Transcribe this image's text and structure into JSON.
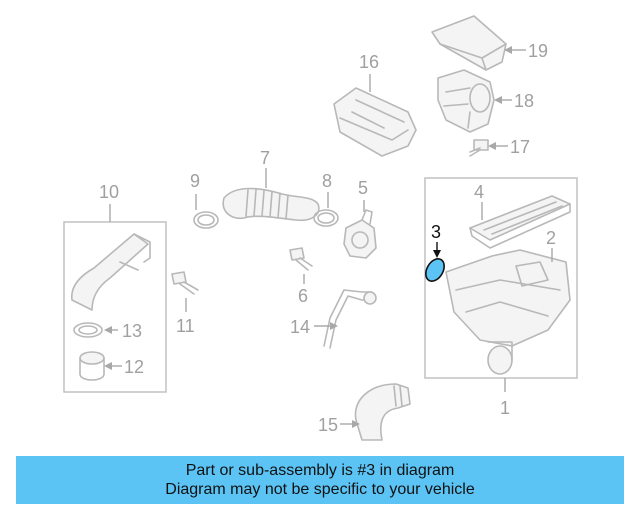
{
  "callouts": {
    "c1": "1",
    "c2": "2",
    "c3": "3",
    "c4": "4",
    "c5": "5",
    "c6": "6",
    "c7": "7",
    "c8": "8",
    "c9": "9",
    "c10": "10",
    "c11": "11",
    "c12": "12",
    "c13": "13",
    "c14": "14",
    "c15": "15",
    "c16": "16",
    "c17": "17",
    "c18": "18",
    "c19": "19"
  },
  "highlight": {
    "part_number": "3",
    "color": "#5bc4f5"
  },
  "banner": {
    "line1": "Part or sub-assembly is #3 in diagram",
    "line2": "Diagram may not be specific to your vehicle",
    "background": "#5bc4f5"
  }
}
